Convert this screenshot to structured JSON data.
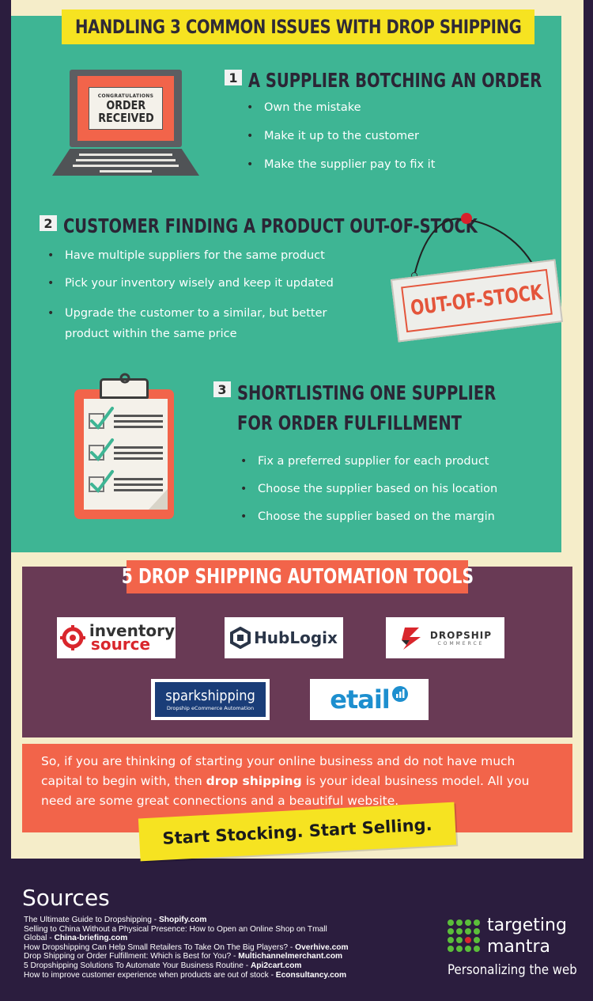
{
  "header": {
    "title": "HANDLING 3 COMMON ISSUES WITH DROP SHIPPING"
  },
  "sections": [
    {
      "number": "1",
      "title": "A SUPPLIER BOTCHING AN ORDER",
      "bullets": [
        "Own the mistake",
        "Make it up to the customer",
        "Make the supplier pay to fix it"
      ]
    },
    {
      "number": "2",
      "title": "CUSTOMER FINDING A PRODUCT OUT-OF-STOCK",
      "bullets": [
        "Have multiple suppliers for the same product",
        "Pick your inventory wisely and keep it updated",
        "Upgrade the customer to a similar, but better product within the same price"
      ]
    },
    {
      "number": "3",
      "title": "SHORTLISTING ONE SUPPLIER FOR ORDER FULFILLMENT",
      "bullets": [
        "Fix a preferred supplier for each product",
        "Choose the supplier based on his location",
        "Choose the supplier based on the margin"
      ]
    }
  ],
  "laptop": {
    "small": "CONGRATULATIONS",
    "big_line1": "ORDER",
    "big_line2": "RECEIVED"
  },
  "sign": {
    "text": "OUT-OF-STOCK"
  },
  "tools": {
    "title": "5 DROP SHIPPING AUTOMATION TOOLS",
    "logos": {
      "inventory_source": {
        "line1": "inventory",
        "line2": "source"
      },
      "hublogix": {
        "text": "HubLogix"
      },
      "dropship": {
        "line1": "DROPSHIP",
        "line2": "COMMERCE"
      },
      "sparkshipping": {
        "line1": "sparkshipping",
        "line2": "Dropship eCommerce Automation"
      },
      "etail": {
        "text": "etail"
      }
    }
  },
  "conclusion": {
    "pre": "So, if you are thinking of starting your online business and do not have much capital to begin with, then ",
    "bold": "drop shipping",
    "post": " is your ideal business model. All you need are some great connections and a beautiful website."
  },
  "cta": {
    "text": "Start Stocking. Start Selling."
  },
  "sources": {
    "title": "Sources",
    "lines": [
      {
        "text": "The Ultimate Guide to Dropshipping - ",
        "bold": "Shopify.com"
      },
      {
        "text": "Selling to China Without a Physical Presence: How to Open an Online Shop on Tmall",
        "bold": ""
      },
      {
        "text": "Global - ",
        "bold": "China-briefing.com"
      },
      {
        "text": "How Dropshipping Can Help Small Retailers To Take On The Big Players? - ",
        "bold": "Overhive.com"
      },
      {
        "text": "Drop Shipping or Order Fulfillment: Which is Best for You? - ",
        "bold": "Multichannelmerchant.com"
      },
      {
        "text": "5 Dropshipping Solutions To Automate Your Business Routine - ",
        "bold": "Api2cart.com"
      },
      {
        "text": "How to improve customer experience when products are out of stock - ",
        "bold": "Econsultancy.com"
      }
    ]
  },
  "brand": {
    "name_line1": "targeting",
    "name_line2": "mantra",
    "tagline": "Personalizing the web"
  },
  "colors": {
    "teal": "#3eb594",
    "yellow": "#f6e321",
    "coral": "#f2644a",
    "plum": "#693a55",
    "navy": "#2b1d3e"
  }
}
